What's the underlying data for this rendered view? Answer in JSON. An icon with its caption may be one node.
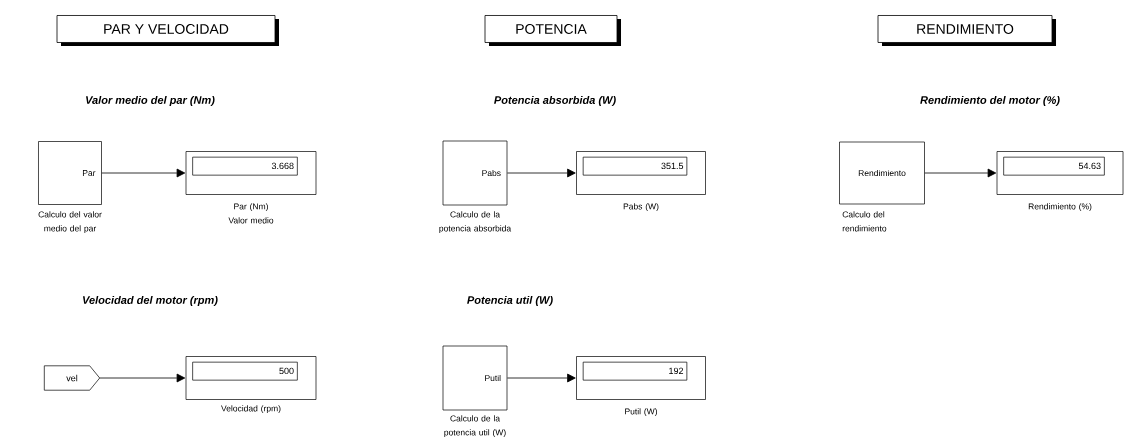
{
  "diagram": {
    "nodes": [
      {
        "text": [
          "PAR Y VELOCIDAD"
        ]
      },
      {
        "text": [
          "POTENCIA"
        ]
      },
      {
        "text": [
          "RENDIMIENTO"
        ]
      },
      {
        "text": [
          "Par"
        ],
        "beside": [
          "Calculo del valor medio del par"
        ]
      },
      {
        "text": [
          "3.668"
        ],
        "beside": [
          "Par (Nm) Valor medio"
        ]
      },
      {
        "text": [
          "vel"
        ]
      },
      {
        "text": [
          "500"
        ],
        "beside": [
          "Velocidad (rpm)"
        ]
      },
      {
        "text": [
          "Pabs"
        ],
        "beside": [
          "Calculo de la potencia absorbida"
        ]
      },
      {
        "text": [
          "351.5"
        ],
        "beside": [
          "Pabs (W)"
        ]
      },
      {
        "text": [
          "Putil"
        ],
        "beside": [
          "Calculo de la potencia util (W)"
        ]
      },
      {
        "text": [
          "192"
        ],
        "beside": [
          "Putil (W)"
        ]
      },
      {
        "text": [
          "Rendimiento"
        ],
        "beside": [
          "Calculo del rendimiento"
        ]
      },
      {
        "text": [
          "54.63"
        ],
        "beside": [
          "Rendimiento (%)"
        ]
      }
    ],
    "edges": [
      {
        "from": 3,
        "to": 4,
        "arrow": "to"
      },
      {
        "from": 5,
        "to": 6,
        "arrow": "to"
      },
      {
        "from": 7,
        "to": 8,
        "arrow": "to"
      },
      {
        "from": 9,
        "to": 10,
        "arrow": "to"
      },
      {
        "from": 11,
        "to": 12,
        "arrow": "to"
      }
    ],
    "labels": [
      "Valor medio del par (Nm)",
      "Potencia absorbida (W)",
      "Rendimiento del motor (%)",
      "Velocidad del motor (rpm)",
      "Potencia util (W)"
    ]
  }
}
